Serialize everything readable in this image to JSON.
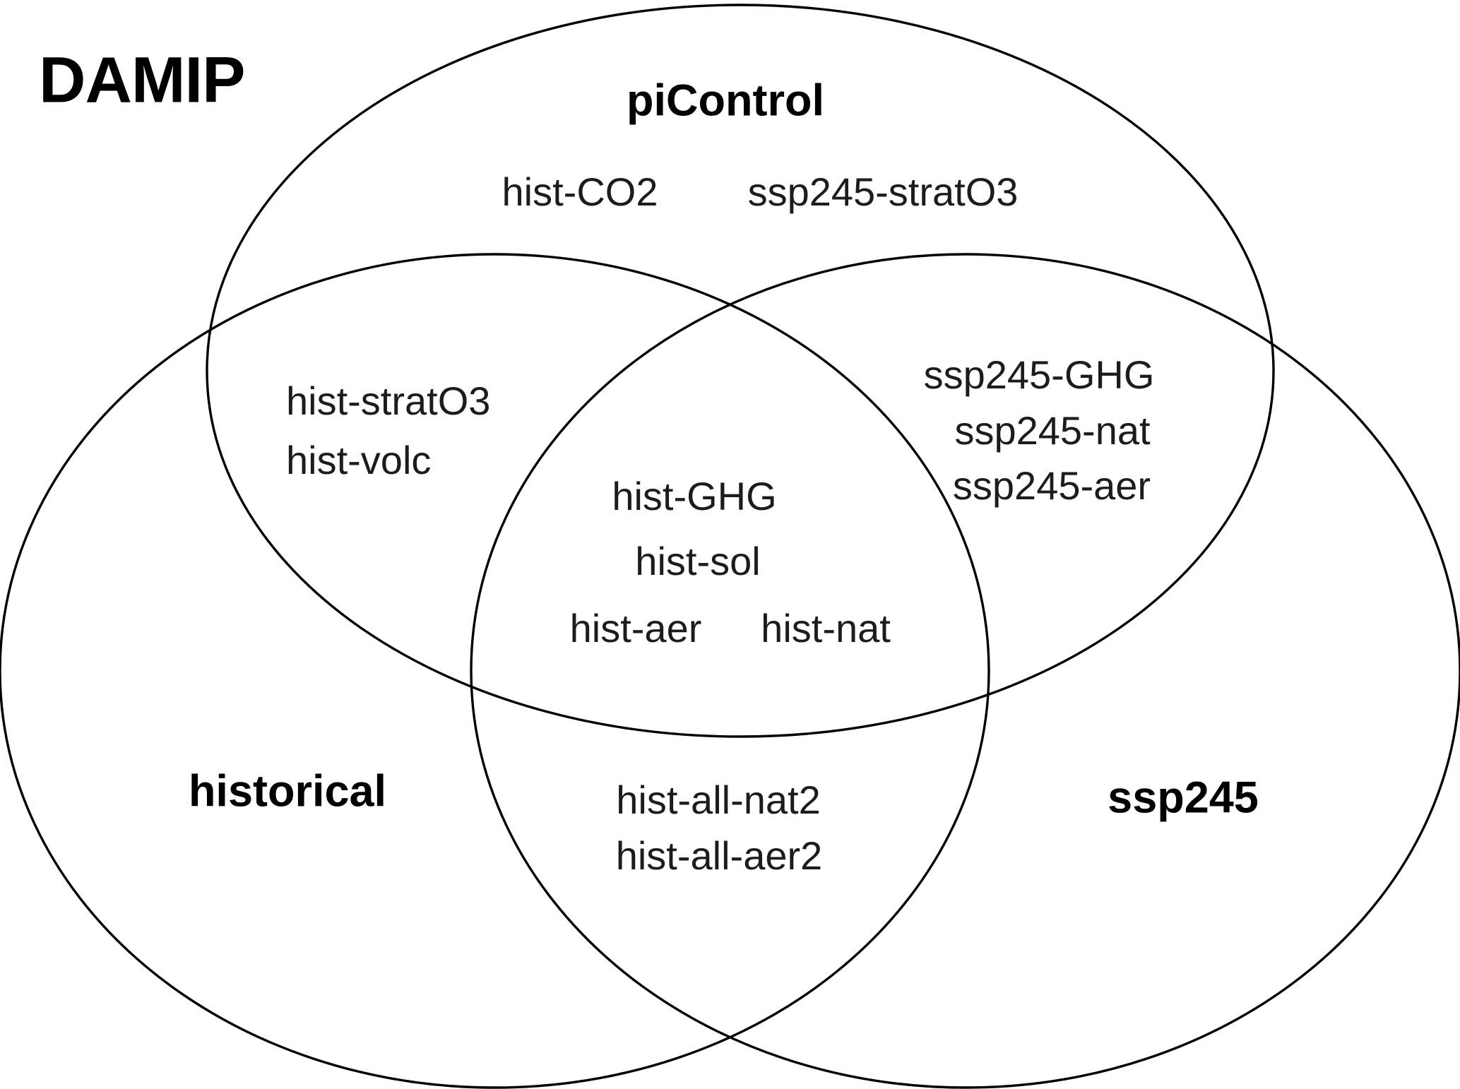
{
  "colors": {
    "background": "#ffffff",
    "outline": "#000000",
    "text": "#1c1c1c"
  },
  "diagram": {
    "title": "DAMIP",
    "set_labels": {
      "piControl": "piControl",
      "historical": "historical",
      "ssp245": "ssp245"
    },
    "regions": {
      "piControl_only": {
        "items": [
          "hist-CO2",
          "ssp245-stratO3"
        ]
      },
      "piControl_and_historical": {
        "items": [
          "hist-stratO3",
          "hist-volc"
        ]
      },
      "piControl_and_ssp245": {
        "items": [
          "ssp245-GHG",
          "ssp245-nat",
          "ssp245-aer"
        ]
      },
      "all_three": {
        "items": [
          "hist-GHG",
          "hist-sol",
          "hist-aer",
          "hist-nat"
        ]
      },
      "historical_and_ssp245": {
        "items": [
          "hist-all-nat2",
          "hist-all-aer2"
        ]
      }
    }
  }
}
